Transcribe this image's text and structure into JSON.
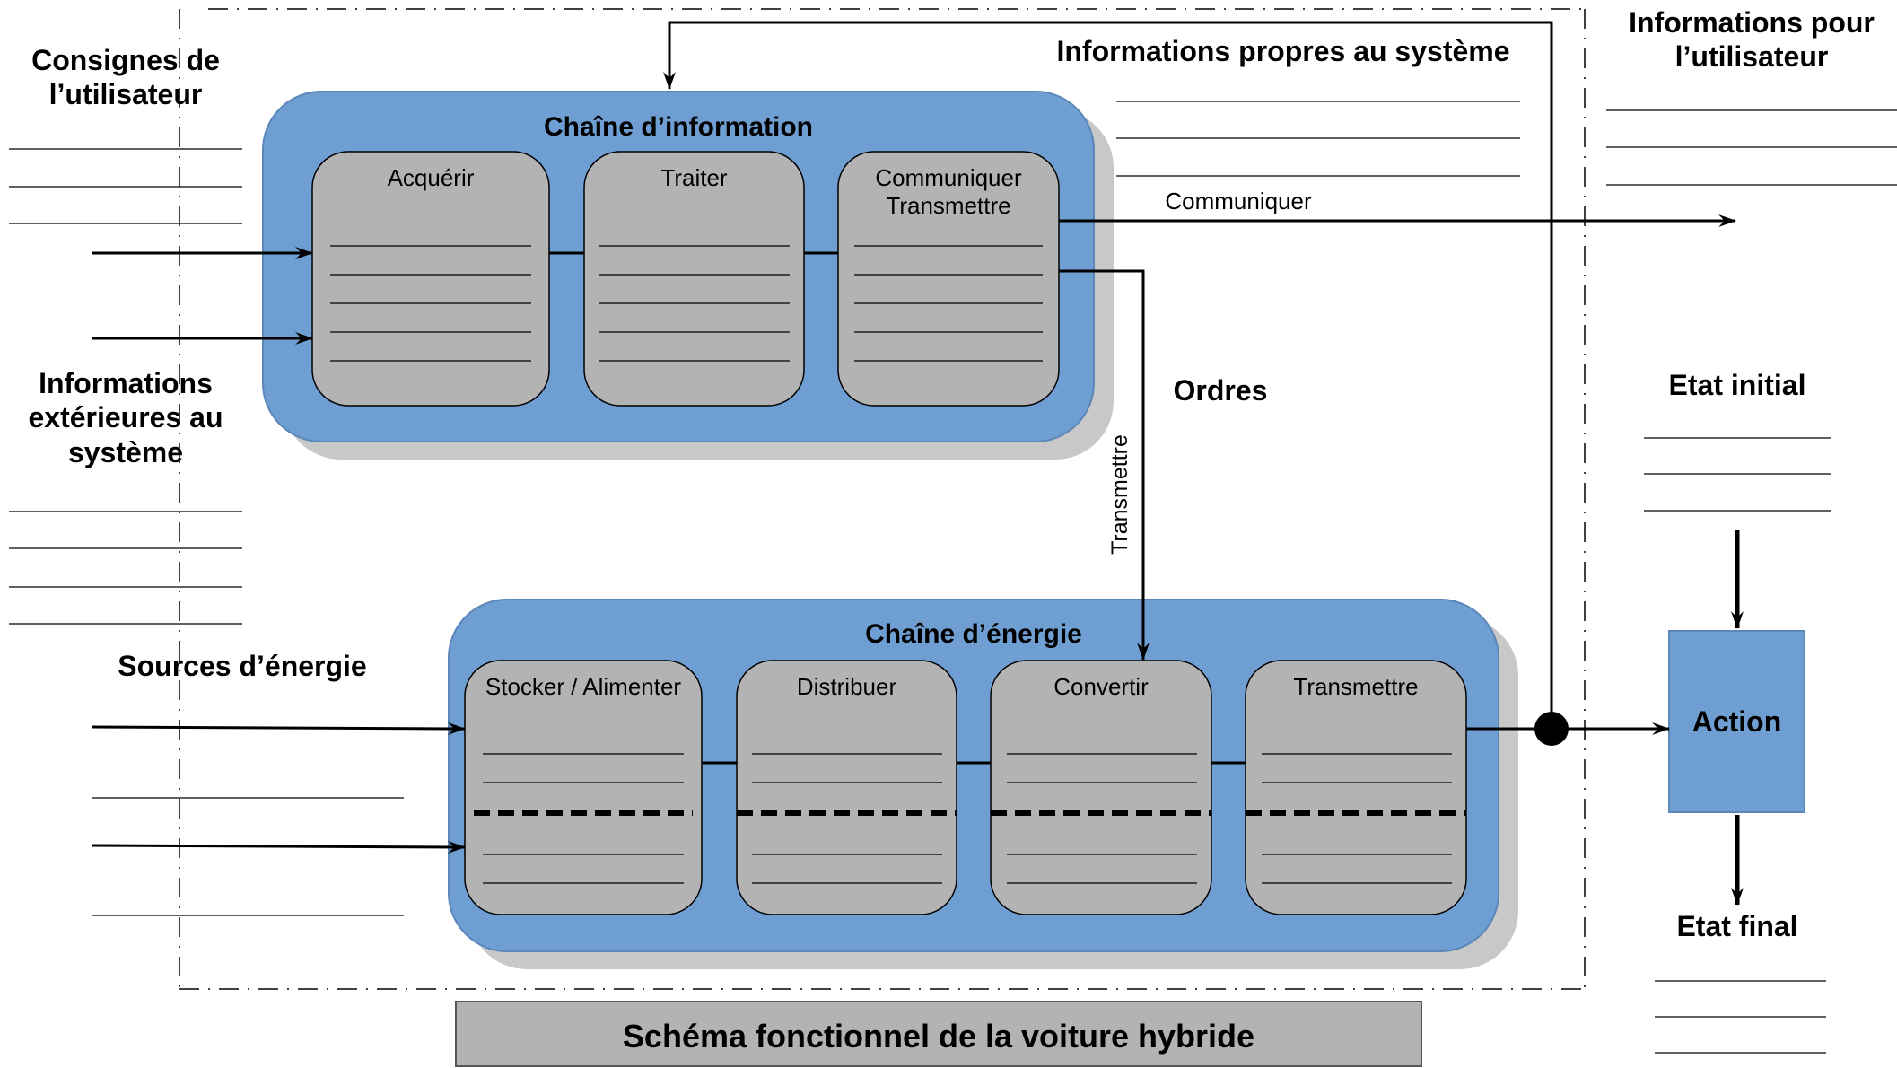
{
  "diagram": {
    "title": "Schéma fonctionnel de la voiture hybride",
    "info_chain": {
      "title": "Chaîne d’information",
      "blocks": [
        "Acquérir",
        "Traiter",
        "Communiquer\nTransmettre"
      ]
    },
    "energy_chain": {
      "title": "Chaîne d’énergie",
      "blocks": [
        "Stocker / Alimenter",
        "Distribuer",
        "Convertir",
        "Transmettre"
      ]
    },
    "inputs": {
      "user_instructions": "Consignes de\nl’utilisateur",
      "external_info": "Informations\nextérieures au\nsystème",
      "energy_sources": "Sources d’énergie"
    },
    "outputs": {
      "system_info": "Informations propres au système",
      "user_info": "Informations pour\nl’utilisateur",
      "communicate": "Communiquer",
      "orders": "Ordres",
      "transmit_vertical": "Transmettre"
    },
    "action_block": {
      "initial_state": "Etat initial",
      "action": "Action",
      "final_state": "Etat final"
    },
    "colors": {
      "chain_fill": "#6f9fd2",
      "chain_stroke": "#5a86b8",
      "block_fill": "#b3b3b3",
      "shadow": "#c8c8c8",
      "title_fill": "#b3b3b3"
    }
  }
}
